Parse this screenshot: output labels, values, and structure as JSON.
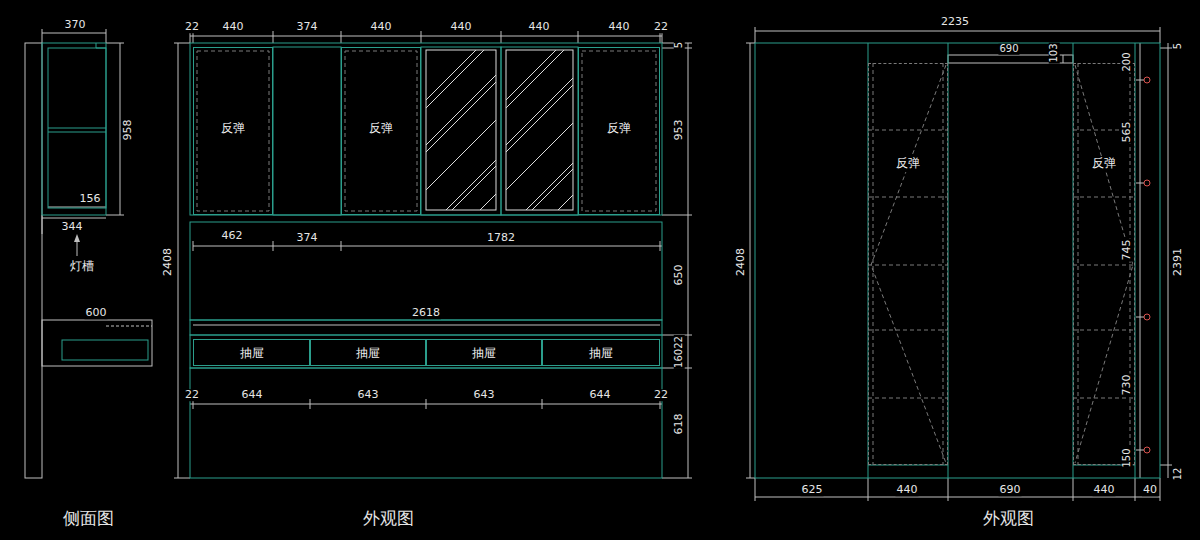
{
  "diagram": {
    "nodes": [
      {
        "text": [
          "反弹"
        ]
      },
      {
        "text": [
          "反弹"
        ]
      },
      {
        "text": [
          "反弹"
        ]
      },
      {
        "text": [
          "抽屉"
        ]
      },
      {
        "text": [
          "抽屉"
        ]
      },
      {
        "text": [
          "抽屉"
        ]
      },
      {
        "text": [
          "抽屉"
        ]
      },
      {
        "text": [
          "反弹"
        ]
      },
      {
        "text": [
          "反弹"
        ]
      }
    ],
    "labels": [
      "370",
      "958",
      "156",
      "344",
      "灯槽",
      "600",
      "侧面图",
      "22",
      "440",
      "374",
      "440",
      "440",
      "440",
      "440",
      "22",
      "5",
      "953",
      "462",
      "374",
      "1782",
      "2408",
      "650",
      "2618",
      "16022",
      "22",
      "644",
      "643",
      "643",
      "644",
      "22",
      "618",
      "外观图",
      "2235",
      "690",
      "103",
      "200",
      "565",
      "745",
      "730",
      "150",
      "2408",
      "2391",
      "5",
      "12",
      "625",
      "440",
      "690",
      "440",
      "40",
      "外观图"
    ]
  }
}
